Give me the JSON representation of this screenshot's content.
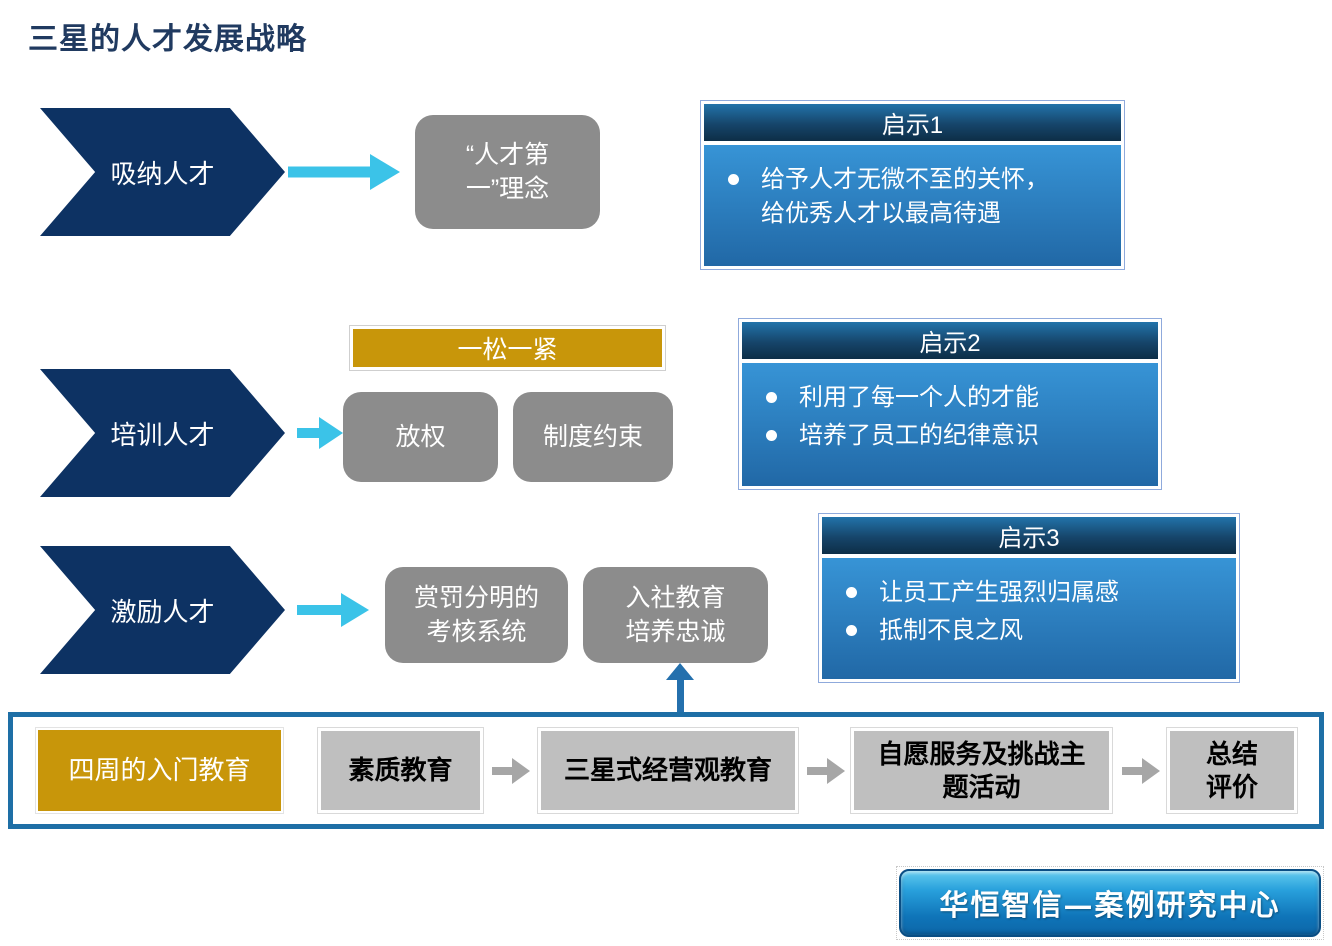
{
  "title": "三星的人才发展战略",
  "rows": [
    {
      "label": "吸纳人才",
      "outcome": "“人才第一”理念"
    },
    {
      "label": "培训人才",
      "banner": "一松一紧",
      "outcomes": [
        "放权",
        "制度约束"
      ]
    },
    {
      "label": "激励人才",
      "outcomes": [
        "赏罚分明的考核系统",
        "入社教育培养忠诚"
      ]
    }
  ],
  "tips": [
    {
      "title": "启示1",
      "bullets": [
        "给予人才无微不至的关怀，给优秀人才以最高待遇"
      ]
    },
    {
      "title": "启示2",
      "bullets": [
        "利用了每一个人的才能",
        "培养了员工的纪律意识"
      ]
    },
    {
      "title": "启示3",
      "bullets": [
        "让员工产生强烈归属感",
        "抵制不良之风"
      ]
    }
  ],
  "bottom_flow": {
    "steps": [
      "四周的入门教育",
      "素质教育",
      "三星式经营观教育",
      "自愿服务及挑战主题活动",
      "总结评价"
    ]
  },
  "footer": {
    "label": "华恒智信—案例研究中心"
  },
  "colors": {
    "navy": "#0D3263",
    "cyan": "#3BC3E8",
    "outcome_gray": "#8C8C8C",
    "gold": "#C8960A",
    "steel_blue": "#1E6FA6",
    "step_gray": "#BFBFBF",
    "tip_header_top": "#2273AA",
    "tip_header_bottom": "#0D2E47",
    "tip_body_top": "#3794D6",
    "tip_body_bottom": "#2168A6",
    "title_text": "#203A60"
  }
}
